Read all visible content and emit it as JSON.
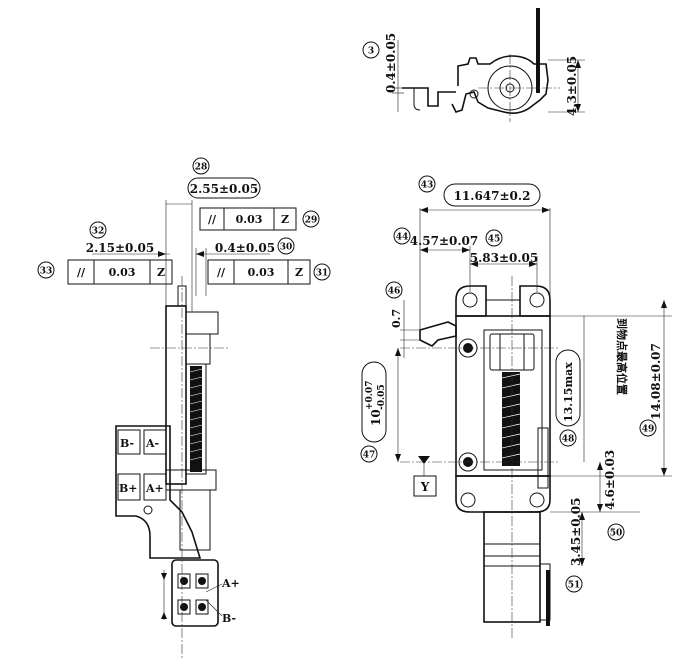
{
  "balloons": {
    "b3": "3",
    "b28": "28",
    "b29": "29",
    "b30": "30",
    "b31": "31",
    "b32": "32",
    "b33": "33",
    "b43": "43",
    "b44": "44",
    "b45": "45",
    "b46": "46",
    "b47": "47",
    "b48": "48",
    "b49": "49",
    "b50": "50",
    "b51": "51"
  },
  "dims": {
    "top_gap": "0.4±0.05",
    "top_height": "4.3±0.05",
    "width_2_55": "2.55±0.05",
    "width_2_15": "2.15±0.05",
    "width_0_4": "0.4±0.05",
    "overall_11_647": "11.647±0.2",
    "d_4_57": "4.57±0.07",
    "d_5_83": "5.83±0.05",
    "d_0_7": "0.7",
    "d_10_base": "10",
    "d_10_tol_up": "+0.07",
    "d_10_tol_dn": "-0.05",
    "d_13_15": "13.15max",
    "d_14_08": "14.08±0.07",
    "d_4_6": "4.6±0.03",
    "d_3_45": "3.45±0.05"
  },
  "frames": {
    "f29": {
      "sym": "//",
      "tol": "0.03",
      "datum": "Z"
    },
    "f33": {
      "sym": "//",
      "tol": "0.03",
      "datum": "Z"
    },
    "f31": {
      "sym": "//",
      "tol": "0.03",
      "datum": "Z"
    }
  },
  "datum_y": "Y",
  "chinese_note": "到物点最高位置",
  "pins": {
    "left_top_b": "B-",
    "left_top_a": "A-",
    "left_bot_b": "B+",
    "left_bot_a": "A+",
    "conn_a": "A+",
    "conn_b": "B-"
  }
}
